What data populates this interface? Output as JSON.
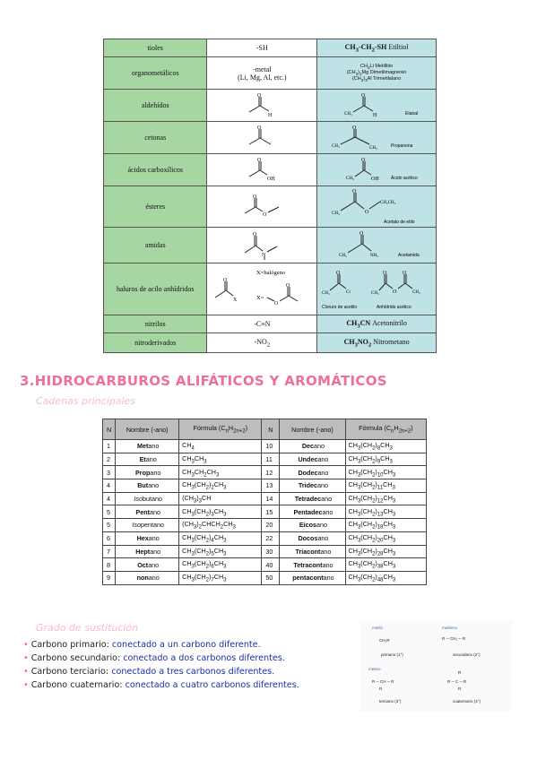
{
  "functional_groups": [
    {
      "name": "tioles",
      "formula": "-SH",
      "example_html": "CH<sub>3</sub>-CH<sub>2</sub>-SH <span class='n'>Etiltiol</span>"
    },
    {
      "name": "organometálicos",
      "formula_lines": [
        "-metal",
        "(Li, Mg, Al, etc.)"
      ],
      "example_lines": [
        "CH<sub>3</sub>Li Metillitio",
        "(CH<sub>3</sub>)<sub>2</sub>Mg Dimetilmagnesio",
        "(CH<sub>3</sub>)<sub>3</sub>Al Trimetilalano"
      ]
    },
    {
      "name": "aldehídos",
      "example": "Etanal"
    },
    {
      "name": "cetonas",
      "example": "Propanona"
    },
    {
      "name": "ácidos carboxílicos",
      "example": "Ácido acético"
    },
    {
      "name": "ésteres",
      "example": "Acetato de etilo"
    },
    {
      "name": "amidas",
      "example": "Acetamida"
    },
    {
      "name": "haluros de acilo anhídridos",
      "formula_note": "X=halógeno",
      "example": "Cloruro de acetilo",
      "example2": "Anhídrido acético"
    },
    {
      "name": "nitrilos",
      "formula": "-C≡N",
      "example_html": "CH<sub>3</sub>CN <span class='n'>Acetonitrilo</span>"
    },
    {
      "name": "nitroderivados",
      "formula_html": "-NO<sub>2</sub>",
      "example_html": "CH<sub>3</sub>NO<sub>2</sub> <span class='n'>Nitrometano</span>"
    }
  ],
  "section": {
    "title": "3.HIDROCARBUROS ALIFÁTICOS Y AROMÁTICOS",
    "subtitle": "Cadenas principales"
  },
  "alkanes": {
    "headers": [
      "N",
      "Nombre (-ano)",
      "Fórmula (C<sub>n</sub>H<sub>2n+2</sub>)",
      "N",
      "Nombre (-ano)",
      "Fórmula (C<sub>n</sub>H<sub>2n+2</sub>)"
    ],
    "rows": [
      [
        "1",
        "<b>Met</b>ano",
        "CH<sub>4</sub>",
        "10",
        "<b>Dec</b>ano",
        "CH<sub>3</sub>(CH<sub>2</sub>)<sub>8</sub>CH<sub>3</sub>"
      ],
      [
        "2",
        "<b>Et</b>ano",
        "CH<sub>3</sub>CH<sub>3</sub>",
        "11",
        "<b>Undec</b>ano",
        "CH<sub>3</sub>(CH<sub>2</sub>)<sub>9</sub>CH<sub>3</sub>"
      ],
      [
        "3",
        "<b>Prop</b>ano",
        "CH<sub>3</sub>CH<sub>2</sub>CH<sub>3</sub>",
        "12",
        "<b>Dodec</b>ano",
        "CH<sub>3</sub>(CH<sub>2</sub>)<sub>10</sub>CH<sub>3</sub>"
      ],
      [
        "4",
        "<b>But</b>ano",
        "CH<sub>3</sub>(CH<sub>2</sub>)<sub>2</sub>CH<sub>3</sub>",
        "13",
        "<b>Tridec</b>ano",
        "CH<sub>3</sub>(CH<sub>2</sub>)<sub>11</sub>CH<sub>3</sub>"
      ],
      [
        "4",
        "<i>Iso</i>butano",
        "(CH<sub>3</sub>)<sub>3</sub>CH",
        "14",
        "<b>Tetradec</b>ano",
        "CH<sub>3</sub>(CH<sub>2</sub>)<sub>12</sub>CH<sub>3</sub>"
      ],
      [
        "5",
        "<b>Pent</b>ano",
        "CH<sub>3</sub>(CH<sub>2</sub>)<sub>3</sub>CH<sub>3</sub>",
        "15",
        "<b>Pentadec</b>ano",
        "CH<sub>3</sub>(CH<sub>2</sub>)<sub>13</sub>CH<sub>3</sub>"
      ],
      [
        "5",
        "<i>Iso</i>pentano",
        "(CH<sub>3</sub>)<sub>2</sub>CHCH<sub>2</sub>CH<sub>3</sub>",
        "20",
        "<b>Eicos</b>ano",
        "CH<sub>3</sub>(CH<sub>2</sub>)<sub>18</sub>CH<sub>3</sub>"
      ],
      [
        "6",
        "<b>Hex</b>ano",
        "CH<sub>3</sub>(CH<sub>2</sub>)<sub>4</sub>CH<sub>3</sub>",
        "22",
        "<b>Docos</b>ano",
        "CH<sub>3</sub>(CH<sub>2</sub>)<sub>20</sub>CH<sub>3</sub>"
      ],
      [
        "7",
        "<b>Hept</b>ano",
        "CH<sub>3</sub>(CH<sub>2</sub>)<sub>5</sub>CH<sub>3</sub>",
        "30",
        "<b>Triacont</b>ano",
        "CH<sub>3</sub>(CH<sub>2</sub>)<sub>28</sub>CH<sub>3</sub>"
      ],
      [
        "8",
        "<b>Oct</b>ano",
        "CH<sub>3</sub>(CH<sub>2</sub>)<sub>6</sub>CH<sub>3</sub>",
        "40",
        "<b>Tetracont</b>ano",
        "CH<sub>3</sub>(CH<sub>2</sub>)<sub>38</sub>CH<sub>3</sub>"
      ],
      [
        "9",
        "<b>non</b>ano",
        "CH<sub>3</sub>(CH<sub>2</sub>)<sub>7</sub>CH<sub>3</sub>",
        "50",
        "<b>pentacont</b>ano",
        "CH<sub>3</sub>(CH<sub>2</sub>)<sub>48</sub>CH<sub>3</sub>"
      ]
    ]
  },
  "substitution": {
    "title": "Grado de sustitución",
    "items": [
      {
        "term": "Carbono primario:",
        "desc": "conectado a un carbono diferente."
      },
      {
        "term": "Carbono secundario:",
        "desc": "conectado a dos carbonos diferentes."
      },
      {
        "term": "Carbono terciario:",
        "desc": "conectado a tres carbonos diferentes."
      },
      {
        "term": "Carbono cuaternario:",
        "desc": "conectado a cuatro carbonos diferentes."
      }
    ],
    "figure_labels": [
      "primario (1°)",
      "secundario (2°)",
      "terciario (3°)",
      "cuaternario (4°)"
    ]
  },
  "colors": {
    "col_green": "#a6d7a3",
    "col_blue": "#bfe2e6",
    "pink": "#ee6f98",
    "blue_ink": "#1a2ea8"
  }
}
